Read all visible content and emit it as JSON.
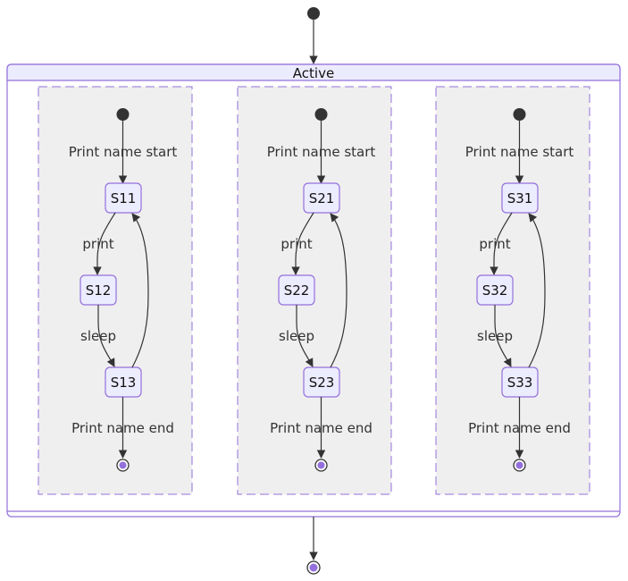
{
  "composite": {
    "title": "Active"
  },
  "regions": [
    {
      "states": [
        "S11",
        "S12",
        "S13"
      ],
      "start_label": "Print name start",
      "end_label": "Print name end",
      "edge_labels": [
        "print",
        "sleep"
      ]
    },
    {
      "states": [
        "S21",
        "S22",
        "S23"
      ],
      "start_label": "Print name start",
      "end_label": "Print name end",
      "edge_labels": [
        "print",
        "sleep"
      ]
    },
    {
      "states": [
        "S31",
        "S32",
        "S33"
      ],
      "start_label": "Print name start",
      "end_label": "Print name end",
      "edge_labels": [
        "print",
        "sleep"
      ]
    }
  ],
  "colors": {
    "state_fill": "#ECECFF",
    "state_stroke": "#9370DB",
    "region_fill": "#EFEFEF",
    "end_dot": "#9370DB",
    "start_dot": "#333333",
    "edge": "#333333"
  }
}
